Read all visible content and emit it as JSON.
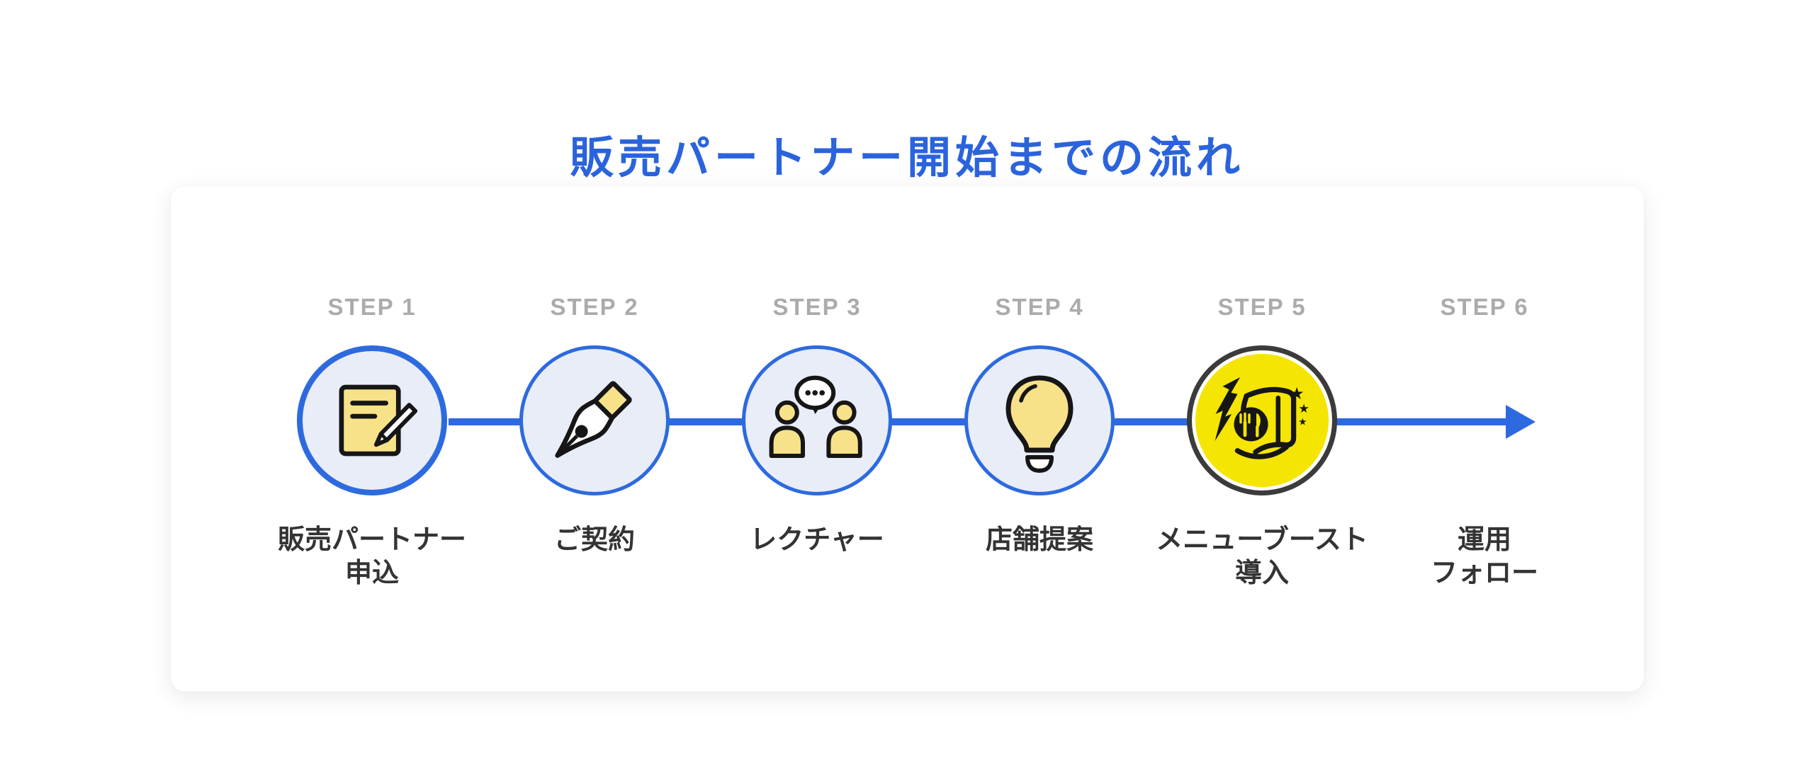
{
  "title": {
    "text": "販売パートナー開始までの流れ"
  },
  "panel": {
    "kind": "flow-card"
  },
  "flow": {
    "direction": "left-to-right",
    "connector": "blue-arrow-line",
    "steps": [
      {
        "step_label": "STEP 1",
        "name": "販売パートナー\n申込",
        "icon": "memo-pencil-icon",
        "circle_style": "blue-thick"
      },
      {
        "step_label": "STEP 2",
        "name": "ご契約",
        "icon": "pen-nib-icon",
        "circle_style": "blue"
      },
      {
        "step_label": "STEP 3",
        "name": "レクチャー",
        "icon": "people-chat-icon",
        "circle_style": "blue"
      },
      {
        "step_label": "STEP 4",
        "name": "店舗提案",
        "icon": "lightbulb-icon",
        "circle_style": "blue"
      },
      {
        "step_label": "STEP 5",
        "name": "メニューブースト\n導入",
        "icon": "menu-boost-logo",
        "circle_style": "brand-yellow"
      },
      {
        "step_label": "STEP 6",
        "name": "運用\nフォロー",
        "icon": null,
        "circle_style": "none"
      }
    ]
  },
  "colors": {
    "accent-blue": "#2d6adf",
    "title-blue": "#2b63dc",
    "circle-fill": "#e9edf8",
    "icon-yellow": "#f8e289",
    "icon-black": "#161616",
    "brand-yellow": "#f5e502",
    "dark-ring": "#3b3b3d",
    "step-gray": "#ababab",
    "text-dark": "#333333",
    "page-bg": "#ffffff",
    "card-bg": "#ffffff"
  }
}
